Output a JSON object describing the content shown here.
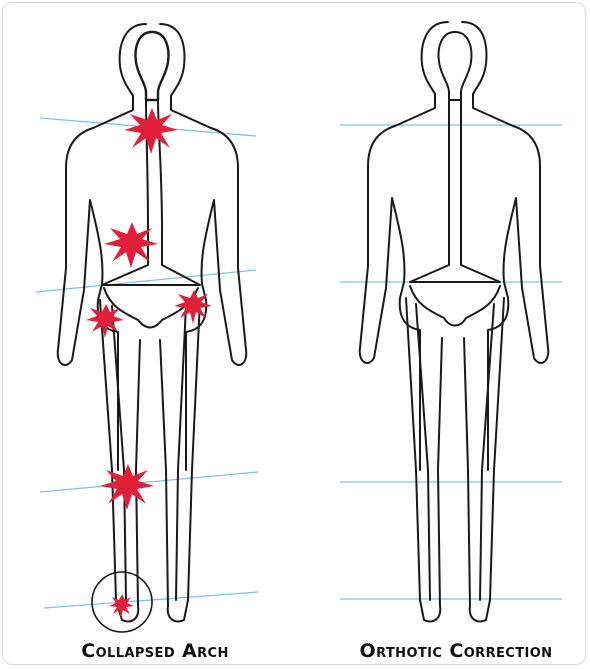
{
  "captions": {
    "left": "Collapsed Arch",
    "right": "Orthotic Correction"
  },
  "figures": {
    "left": {
      "shown": "collapsed arch",
      "pain_points": 6
    },
    "right": {
      "shown": "orthotic correction",
      "pain_points": 0
    }
  },
  "colors": {
    "outline": "#1a1a1a",
    "level_line": "#7fc3dd",
    "pain": "#e0203a",
    "background": "#ffffff",
    "frame_border": "#d9d9d9"
  },
  "icons": {
    "pain": "starburst-icon",
    "highlight": "circle-highlight"
  }
}
